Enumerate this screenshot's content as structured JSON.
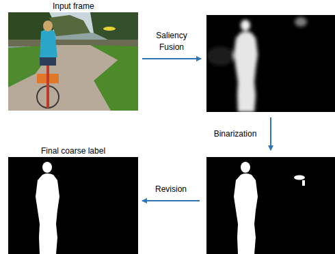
{
  "diagram": {
    "nodes": [
      {
        "text": [
          "Input frame"
        ]
      },
      {
        "text": []
      },
      {
        "text": []
      },
      {
        "text": [
          "Final coarse label"
        ]
      }
    ],
    "edges": [
      {
        "from": 0,
        "to": 1,
        "label": "Saliency Fusion",
        "arrow": "to"
      },
      {
        "from": 1,
        "to": 2,
        "label": "Binarization",
        "arrow": "to"
      },
      {
        "from": 2,
        "to": 3,
        "label": "Revision",
        "arrow": "to"
      }
    ]
  }
}
